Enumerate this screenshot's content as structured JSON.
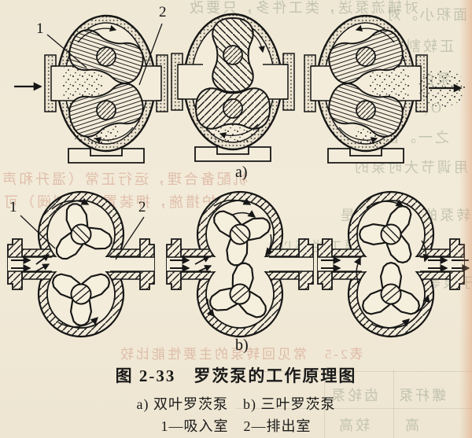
{
  "figure": {
    "caption_line": "图 2-33　罗茨泵的工作原理图",
    "subcaption": "a) 双叶罗茨泵　b) 三叶罗茨泵",
    "legend": "1—吸入室　2—排出室",
    "label_a": "a)",
    "label_b": "b)",
    "part_labels": {
      "one": "1",
      "two": "2"
    }
  },
  "colors": {
    "ink": "#1a1a1a",
    "paper": "#f0e9d6",
    "bleed_green": "#7f8f78",
    "bleed_warm": "#c06e58",
    "edge_pink": "#e2a884"
  },
  "ghosts": [
    {
      "text": "机配备合理，运行正常（温升和声"
    },
    {
      "text": "保护措施，押装置（控制阀）可"
    },
    {
      "text": "对辅流泵送，类工件多，只要改"
    },
    {
      "text": "面积小。对"
    },
    {
      "text": "正较割级"
    },
    {
      "text": "泵由可调"
    },
    {
      "text": "O(40～"
    },
    {
      "text": "之一。但"
    },
    {
      "text": "用调节大时泵的"
    },
    {
      "text": "转泵的主要工作是"
    },
    {
      "text": "要工栏每以大"
    },
    {
      "text": "表2-5　常见回转泵的主要性能比较"
    },
    {
      "text": "齿轮泵"
    },
    {
      "text": "螺杆泵"
    },
    {
      "text": "高　　较高"
    },
    {
      "text": "于泵等。"
    }
  ]
}
